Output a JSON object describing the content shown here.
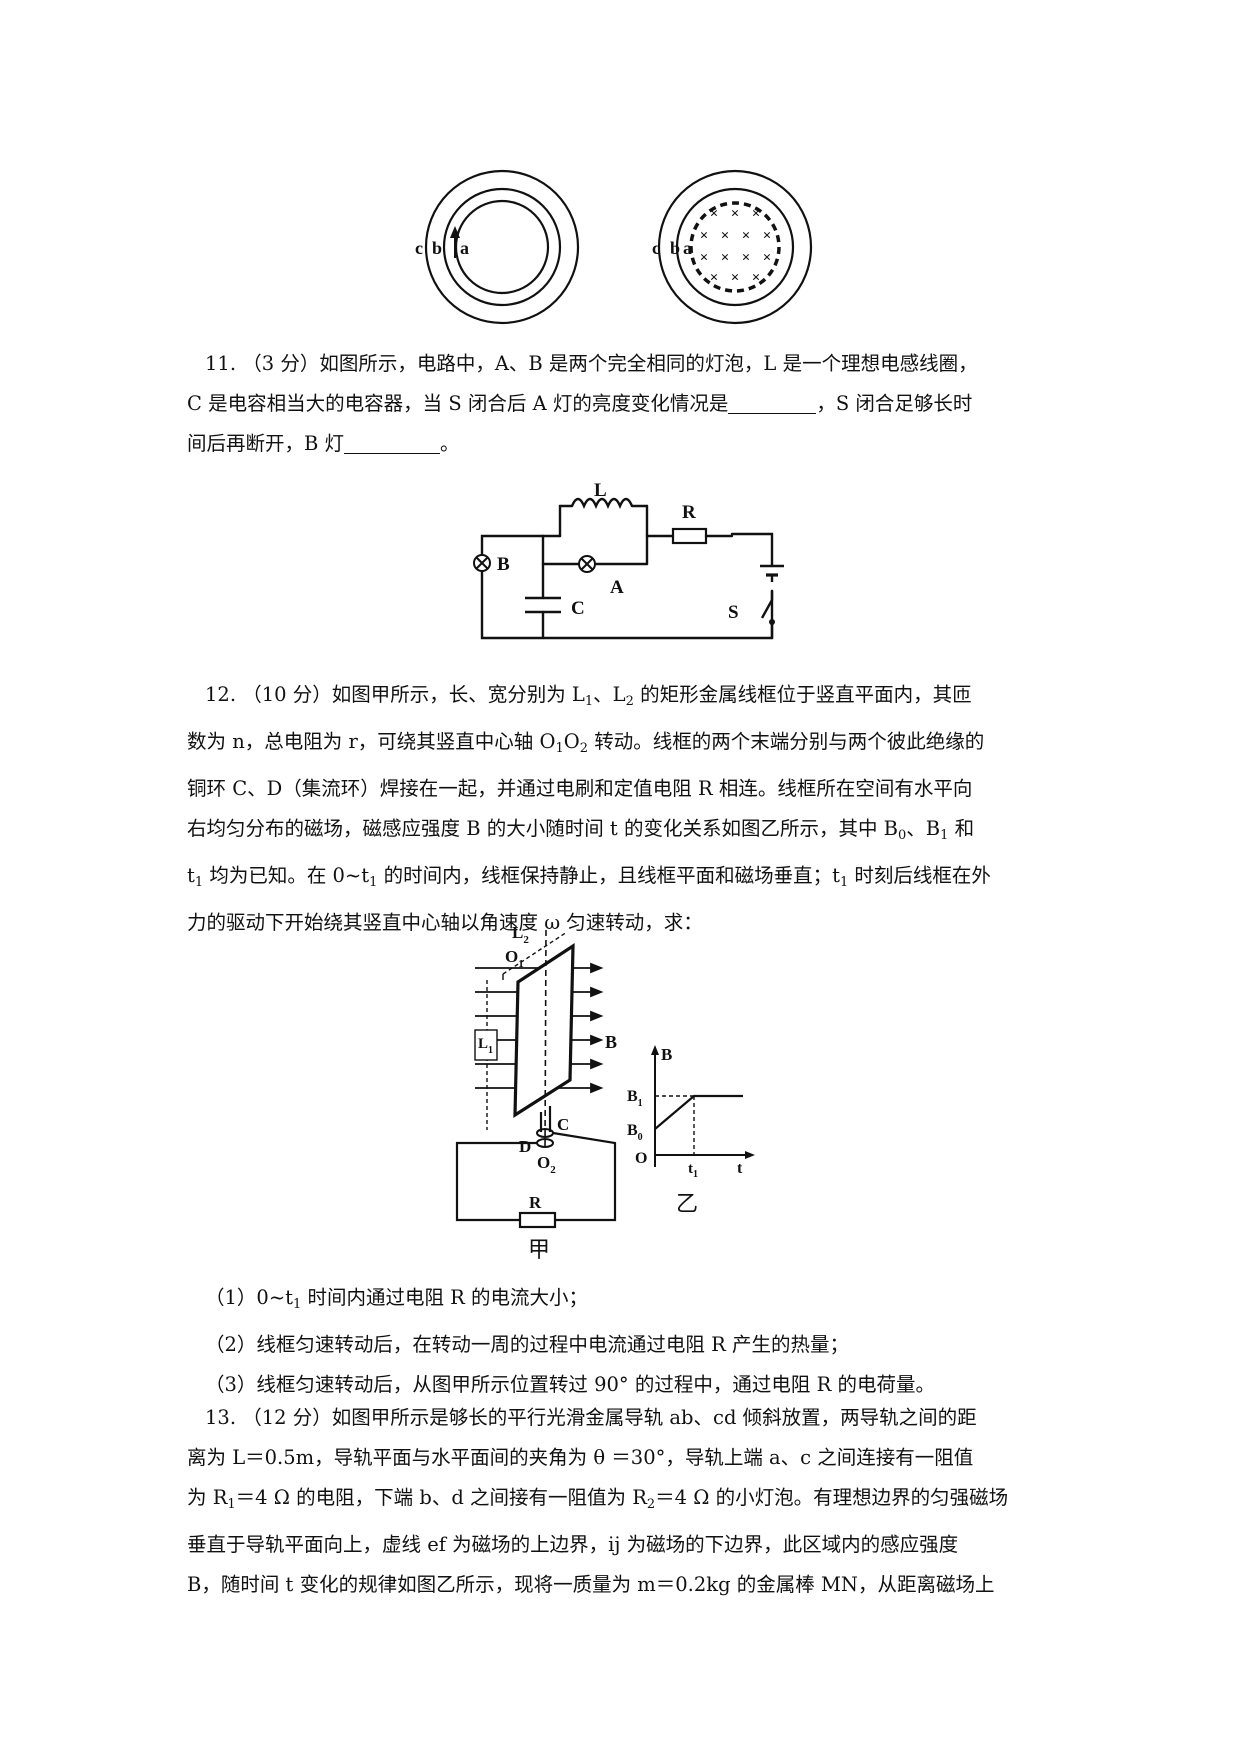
{
  "fig_rings": {
    "left_labels": [
      "c",
      "b",
      "a"
    ],
    "right_labels": [
      "c",
      "b",
      "a"
    ],
    "cross_mark": "×"
  },
  "q11": {
    "lines": [
      "11. （3 分）如图所示，电路中，A、B 是两个完全相同的灯泡，L 是一个理想电感线圈，",
      "C 是电容相当大的电容器，当 S 闭合后 A 灯的亮度变化情况是",
      "，S 闭合足够长时",
      "间后再断开，B 灯",
      "。"
    ]
  },
  "fig_circuit": {
    "labels": {
      "L": "L",
      "R": "R",
      "B": "B",
      "A": "A",
      "C": "C",
      "S": "S"
    }
  },
  "q12": {
    "l1": [
      "12. （10 分）如图甲所示，长、宽分别为 L",
      "1",
      "、L",
      "2",
      " 的矩形金属线框位于竖直平面内，其匝"
    ],
    "l2": [
      "数为 n，总电阻为 r，可绕其竖直中心轴 O",
      "1",
      "O",
      "2",
      " 转动。线框的两个末端分别与两个彼此绝缘的"
    ],
    "l3": "铜环 C、D（集流环）焊接在一起，并通过电刷和定值电阻 R 相连。线框所在空间有水平向",
    "l4": [
      "右均匀分布的磁场，磁感应强度 B 的大小随时间 t 的变化关系如图乙所示，其中 B",
      "0",
      "、B",
      "1",
      " 和"
    ],
    "l5": [
      "t",
      "1",
      " 均为已知。在 0~t",
      "1",
      " 的时间内，线框保持静止，且线框平面和磁场垂直；t",
      "1",
      " 时刻后线框在外"
    ],
    "l6": "力的驱动下开始绕其竖直中心轴以角速度 ω 匀速转动，求："
  },
  "fig_jia": {
    "caption": "甲",
    "labels": {
      "L2": [
        "L",
        "2"
      ],
      "O1": [
        "O",
        "1"
      ],
      "B": "B",
      "L1": [
        "L",
        "1"
      ],
      "C": "C",
      "D": "D",
      "O2": [
        "O",
        "2"
      ],
      "R": "R"
    }
  },
  "fig_yi": {
    "caption": "乙",
    "labels": {
      "B": "B",
      "B1": [
        "B",
        "1"
      ],
      "B0": [
        "B",
        "0"
      ],
      "O": "O",
      "t1": [
        "t",
        "1"
      ],
      "t": "t"
    }
  },
  "q12_parts": [
    [
      "（1）0~t",
      "1",
      " 时间内通过电阻 R 的电流大小；"
    ],
    [
      "（2）线框匀速转动后，在转动一周的过程中电流通过电阻 R 产生的热量；",
      "",
      ""
    ],
    [
      "（3）线框匀速转动后，从图甲所示位置转过 90° 的过程中，通过电阻 R 的电荷量。",
      "",
      ""
    ]
  ],
  "q13": {
    "l1": "13. （12 分）如图甲所示是够长的平行光滑金属导轨 ab、cd 倾斜放置，两导轨之间的距",
    "l2": "离为 L＝0.5m，导轨平面与水平面间的夹角为 θ ＝30°，导轨上端 a、c 之间连接有一阻值",
    "l3": [
      "为 R",
      "1",
      "＝4 Ω 的电阻，下端 b、d 之间接有一阻值为 R",
      "2",
      "＝4 Ω 的小灯泡。有理想边界的匀强磁场"
    ],
    "l4": "垂直于导轨平面向上，虚线 ef 为磁场的上边界，ij 为磁场的下边界，此区域内的感应强度",
    "l5": "B，随时间 t 变化的规律如图乙所示，现将一质量为 m＝0.2kg 的金属棒 MN，从距离磁场上"
  }
}
